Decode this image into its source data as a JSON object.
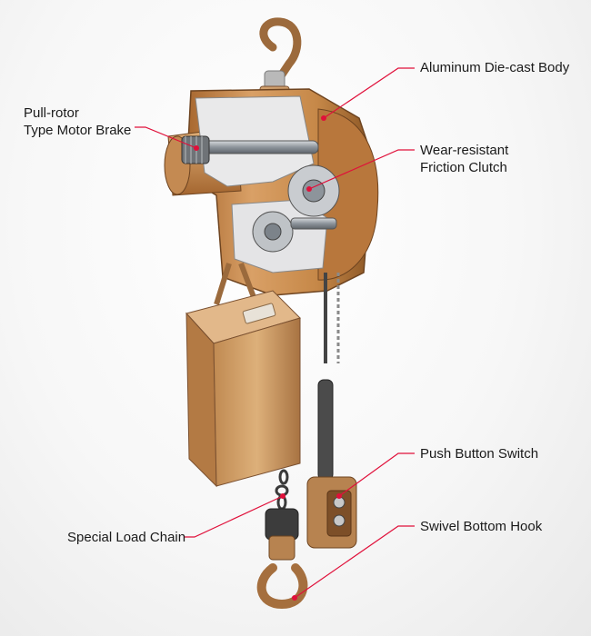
{
  "callouts": {
    "aluminum_body": "Aluminum Die-cast Body",
    "motor_brake": [
      "Pull-rotor",
      "Type Motor Brake"
    ],
    "friction_clutch": [
      "Wear-resistant",
      "Friction Clutch"
    ],
    "push_button": "Push Button Switch",
    "load_chain": "Special Load Chain",
    "bottom_hook": "Swivel Bottom Hook"
  },
  "colors": {
    "leader_line": "#e0103a",
    "body_bronze": "#c98a4e",
    "body_dark": "#8a5524",
    "body_light": "#e6b47a",
    "steel": "#9aa0a6",
    "label_text": "#1a1a1a"
  }
}
